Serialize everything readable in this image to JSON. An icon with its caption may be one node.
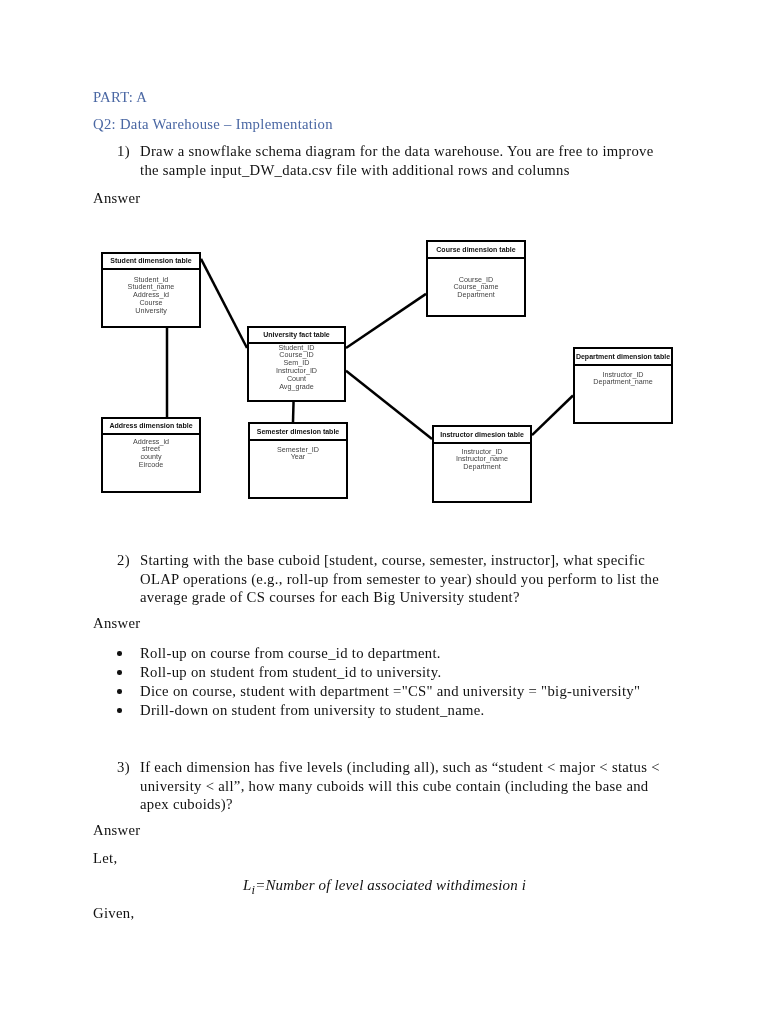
{
  "diagram": {
    "nodes": [
      {
        "text": [
          "Student dimension table",
          "Student_id",
          "Student_name",
          "Address_id",
          "Course",
          "University"
        ]
      },
      {
        "text": [
          "Course dimension table",
          "Course_ID",
          "Course_name",
          "Department"
        ]
      },
      {
        "text": [
          "University fact table",
          "Student_ID",
          "Course_ID",
          "Sem_ID",
          "Instructor_ID",
          "Count",
          "Avg_grade"
        ]
      },
      {
        "text": [
          "Department dimension table",
          "Instructor_ID",
          "Department_name"
        ]
      },
      {
        "text": [
          "Address dimension table",
          "Address_id",
          "street",
          "county",
          "Eircode"
        ]
      },
      {
        "text": [
          "Semester dimesion table",
          "Semester_ID",
          "Year"
        ]
      },
      {
        "text": [
          "Instructor dimesion table",
          "Instructor_ID",
          "Instructor_name",
          "Department"
        ]
      }
    ],
    "edges": [
      {
        "from": 0,
        "to": 2,
        "arrow": "none"
      },
      {
        "from": 0,
        "to": 4,
        "arrow": "none"
      },
      {
        "from": 2,
        "to": 1,
        "arrow": "none"
      },
      {
        "from": 2,
        "to": 5,
        "arrow": "none"
      },
      {
        "from": 2,
        "to": 6,
        "arrow": "none"
      },
      {
        "from": 6,
        "to": 3,
        "arrow": "none"
      }
    ],
    "labels": [
      "PART: A",
      "Q2: Data Warehouse – Implementation",
      "1)",
      "Draw a snowflake schema diagram for the data warehouse. You are free to improve the sample input_DW_data.csv file with additional rows and columns",
      "Answer",
      "2)",
      "Starting with the base cuboid [student, course, semester, instructor], what specific OLAP operations (e.g., roll-up from semester to year) should you perform to list the average grade of CS courses for each Big University student?",
      "Answer",
      "Roll-up on course from course_id to department.",
      "Roll-up on student from student_id to university.",
      "Dice on course, student with department =\"CS\" and university = \"big-university\"",
      "Drill-down on student from university to student_name.",
      "3)",
      "If each dimension has five levels (including all), such as “student < major < status < university < all”, how many cuboids will this cube contain (including the base and apex cuboids)?",
      "Answer",
      "Let,",
      "L$_{i}$=Number of level associated withdimesion i",
      "Given,"
    ]
  }
}
